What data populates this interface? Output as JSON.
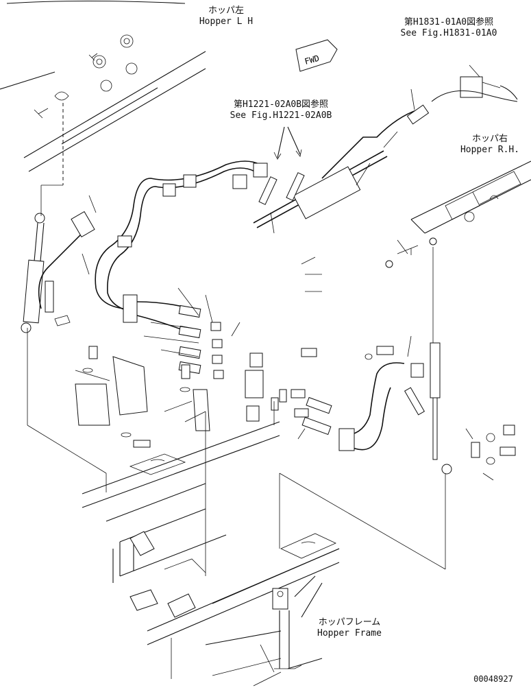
{
  "labels": {
    "hopper_lh": {
      "jp": "ホッパ左",
      "en": "Hopper L H"
    },
    "fig_h1831": {
      "jp": "第H1831-01A0図参照",
      "en": "See Fig.H1831-01A0"
    },
    "fig_h1221": {
      "jp": "第H1221-02A0B図参照",
      "en": "See Fig.H1221-02A0B"
    },
    "hopper_rh": {
      "jp": "ホッパ右",
      "en": "Hopper R.H."
    },
    "hopper_frame": {
      "jp": "ホッパフレーム",
      "en": "Hopper Frame"
    },
    "fwd_arrow": "FWD",
    "drawing_number": "00048927"
  }
}
